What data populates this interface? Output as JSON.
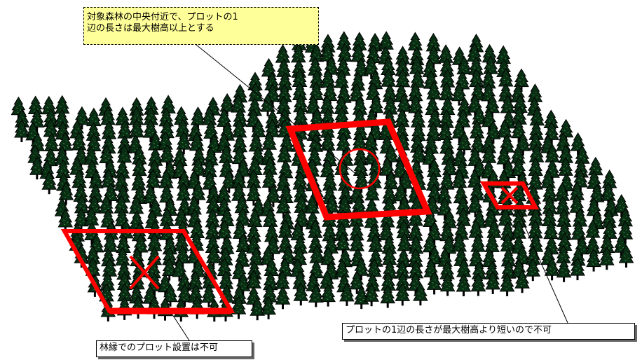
{
  "callouts": {
    "top": {
      "line1": "対象森林の中央付近で、プロットの1",
      "line2": "辺の長さは最大樹高以上とする"
    },
    "right": "プロットの1辺の長さが最大樹高より短いので不可",
    "left": "林縁でのプロット設置は不可"
  },
  "plots": [
    {
      "name": "plot-center-valid",
      "status": "ok",
      "marker": "circle"
    },
    {
      "name": "plot-right-small",
      "status": "invalid",
      "marker": "x"
    },
    {
      "name": "plot-left-edge",
      "status": "invalid",
      "marker": "x"
    }
  ],
  "colors": {
    "plot": "#ff0000",
    "tree_crown": "#0a2e14",
    "tree_trunk": "#000000",
    "callout_bg": "#ffff99"
  },
  "icons": {
    "tree": "conifer-tree-icon",
    "cross": "cross-mark-icon",
    "circle": "center-circle-icon"
  }
}
